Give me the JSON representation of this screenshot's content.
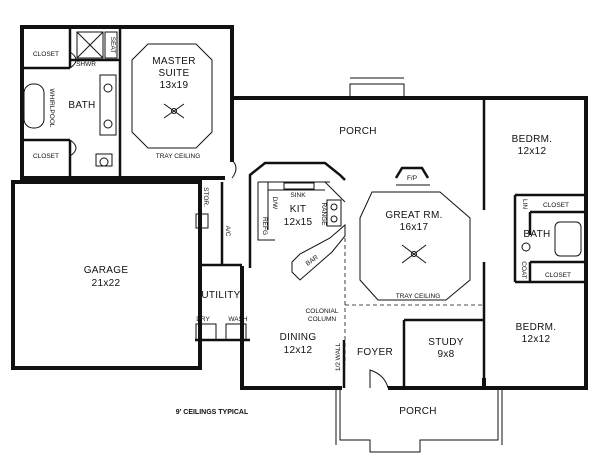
{
  "rooms": {
    "master_suite": {
      "name": "MASTER",
      "name2": "SUITE",
      "size": "13x19"
    },
    "master_closet_top": {
      "name": "CLOSET"
    },
    "master_closet_bottom": {
      "name": "CLOSET"
    },
    "master_bath": {
      "name": "BATH"
    },
    "whirlpool": {
      "name": "WHIRLPOOL"
    },
    "shower": {
      "name": "SHWR"
    },
    "seat": {
      "name": "SEAT"
    },
    "tray_ceiling_master": {
      "name": "TRAY CEILING"
    },
    "porch_top": {
      "name": "PORCH"
    },
    "bedroom_1": {
      "name": "BEDRM.",
      "size": "12x12"
    },
    "bedroom_2": {
      "name": "BEDRM.",
      "size": "12x12"
    },
    "closet_bed1": {
      "name": "CLOSET"
    },
    "closet_bed2": {
      "name": "CLOSET"
    },
    "bath_2": {
      "name": "BATH"
    },
    "linen": {
      "name": "LIN"
    },
    "coat": {
      "name": "COAT"
    },
    "garage": {
      "name": "GARAGE",
      "size": "21x22"
    },
    "storage": {
      "name": "STOR."
    },
    "ac": {
      "name": "A/C"
    },
    "kitchen": {
      "name": "KIT",
      "size": "12x15"
    },
    "sink": {
      "name": "SINK"
    },
    "dw": {
      "name": "D/W"
    },
    "refg": {
      "name": "REFG"
    },
    "range": {
      "name": "RANGE"
    },
    "bar": {
      "name": "BAR"
    },
    "fp": {
      "name": "F/P"
    },
    "great_room": {
      "name": "GREAT RM.",
      "size": "16x17"
    },
    "tray_ceiling_great": {
      "name": "TRAY CEILING"
    },
    "utility": {
      "name": "UTILITY"
    },
    "dry": {
      "name": "DRY"
    },
    "wash": {
      "name": "WASH"
    },
    "colonial_column": {
      "name": "COLONIAL",
      "name2": "COLUMN"
    },
    "dining": {
      "name": "DINING",
      "size": "12x12"
    },
    "half_wall": {
      "name": "1/2 WALL"
    },
    "foyer": {
      "name": "FOYER"
    },
    "study": {
      "name": "STUDY",
      "size": "9x8"
    },
    "porch_bottom": {
      "name": "PORCH"
    }
  },
  "notes": {
    "ceilings": "9' CEILINGS TYPICAL"
  }
}
